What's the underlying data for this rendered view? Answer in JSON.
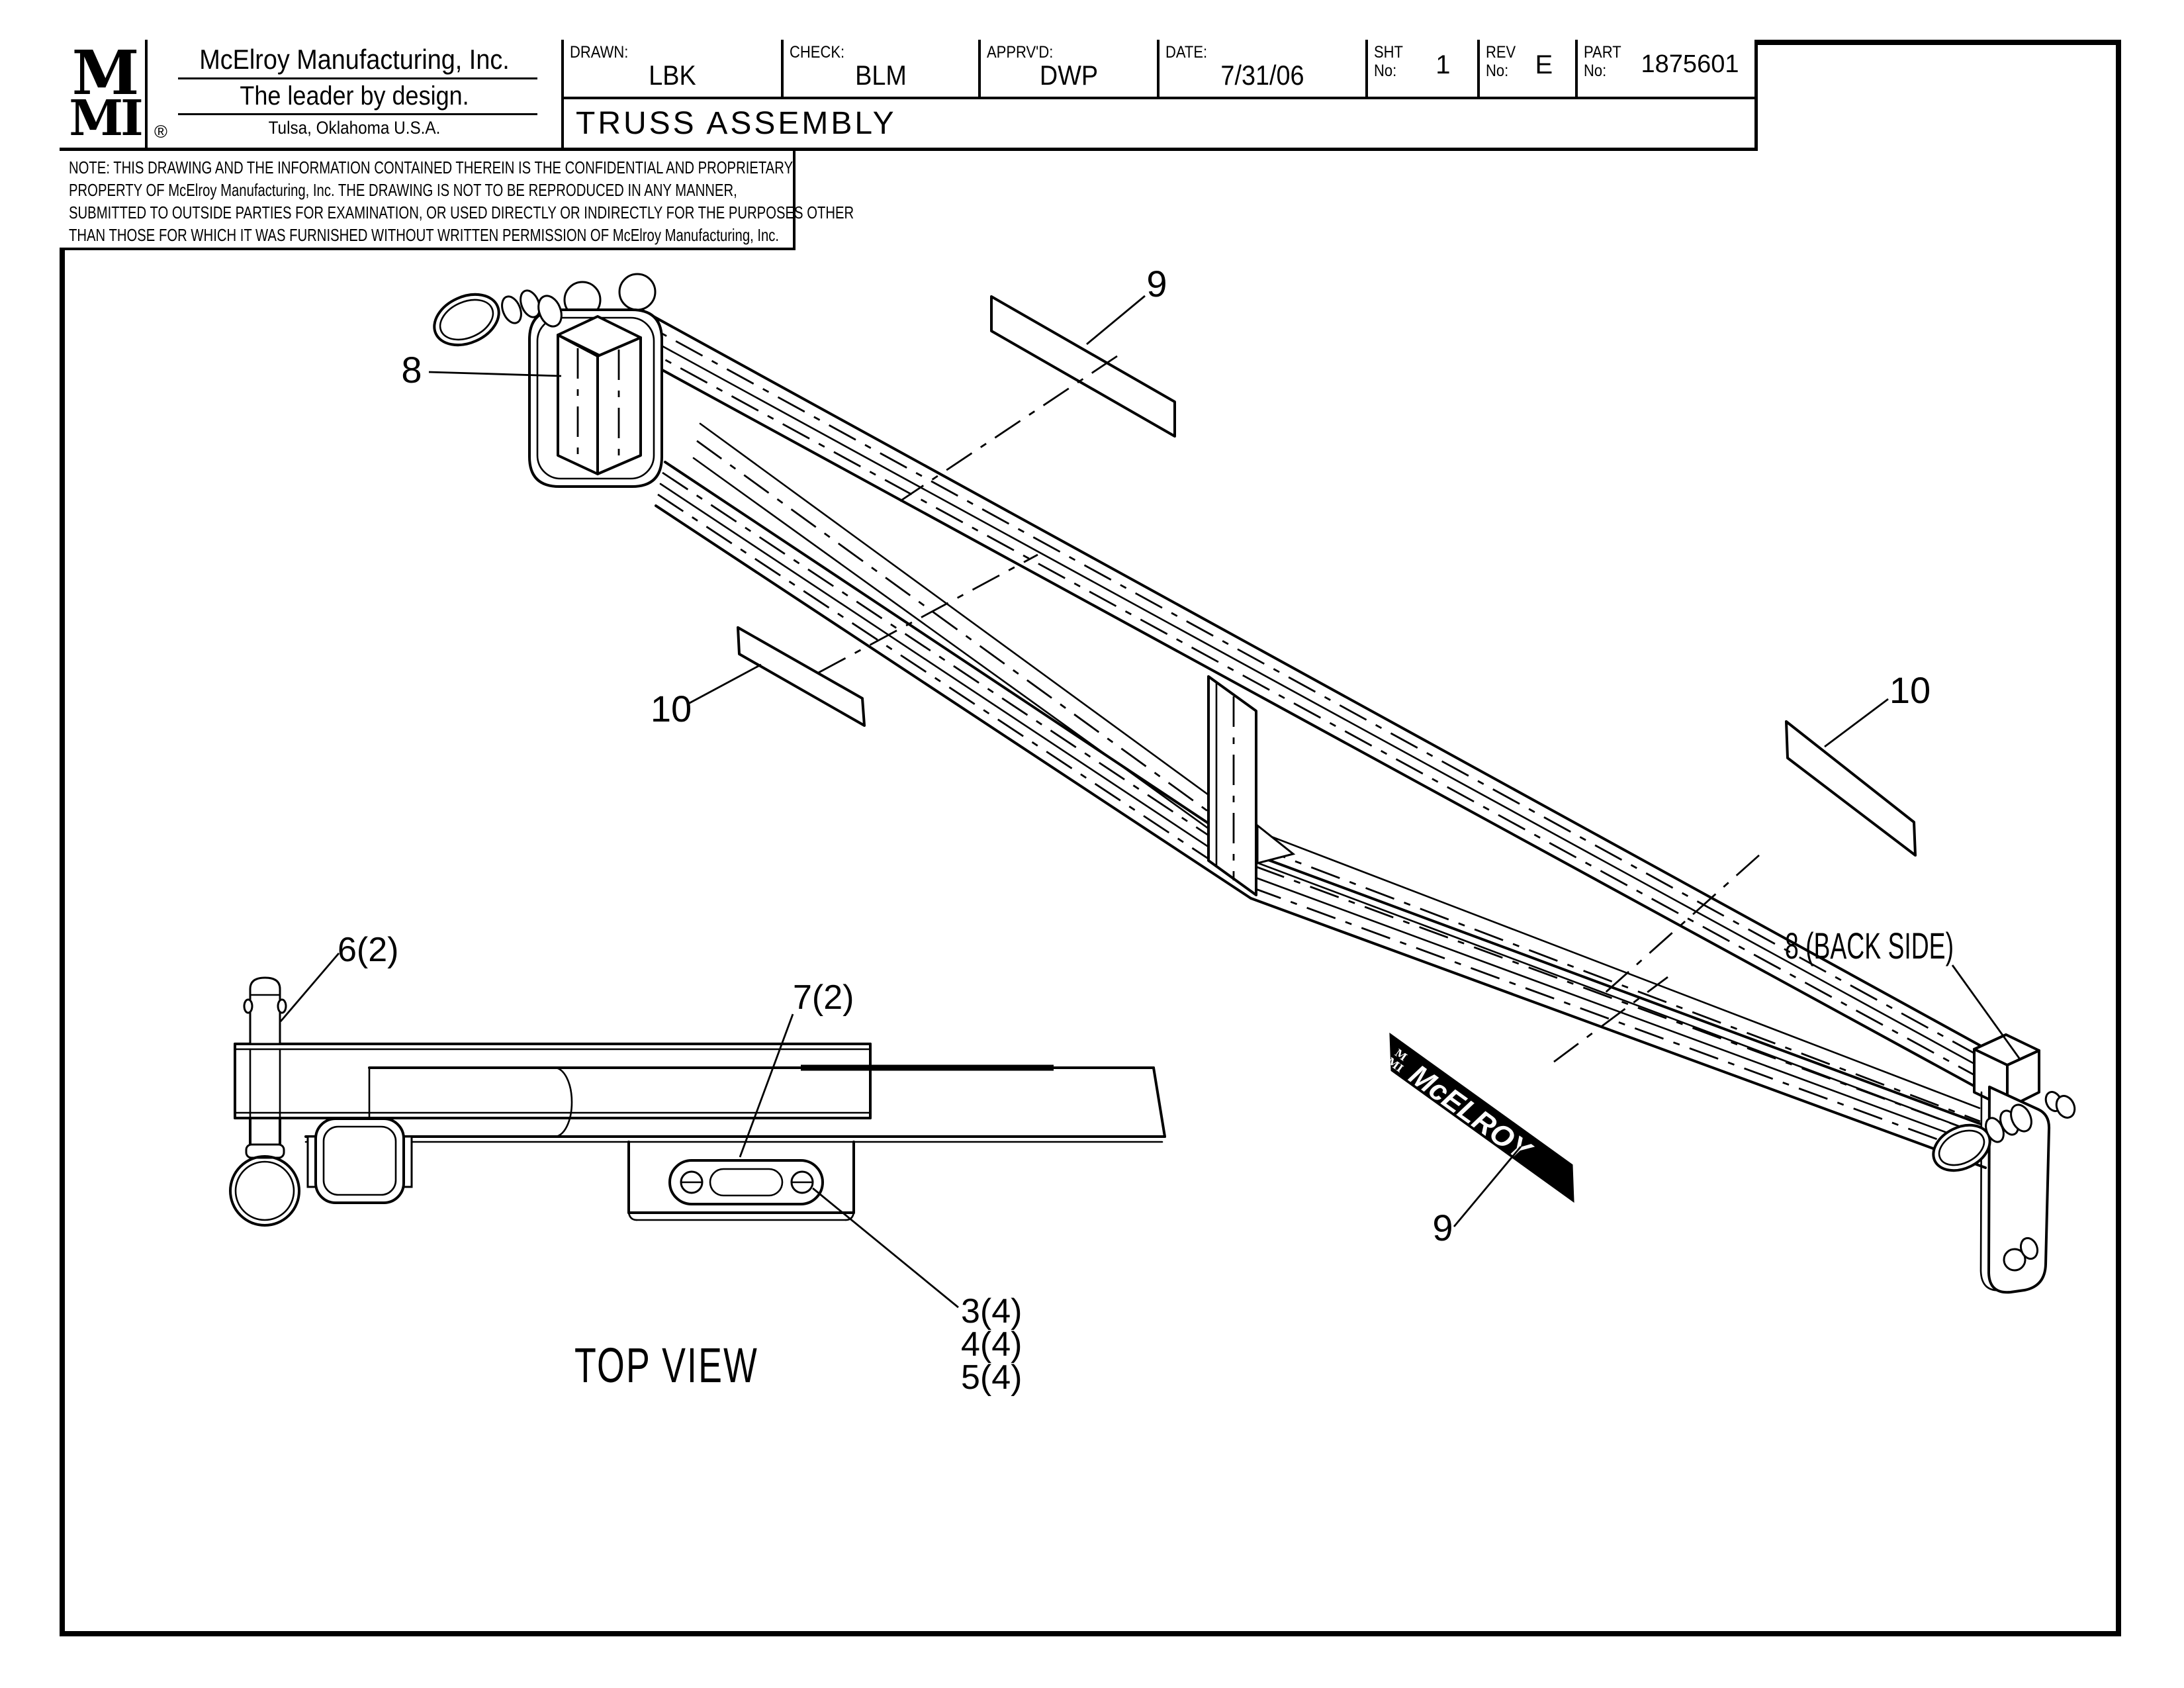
{
  "colors": {
    "ink": "#000000",
    "paper": "#ffffff"
  },
  "title_block": {
    "logo": {
      "top": "M",
      "bottom": "MI",
      "registered": "®"
    },
    "company": {
      "name": "McElroy Manufacturing, Inc.",
      "tagline": "The leader by design.",
      "location": "Tulsa, Oklahoma U.S.A."
    },
    "fields": {
      "drawn_label": "DRAWN:",
      "drawn_value": "LBK",
      "check_label": "CHECK:",
      "check_value": "BLM",
      "apprvd_label": "APPRV'D:",
      "apprvd_value": "DWP",
      "date_label": "DATE:",
      "date_value": "7/31/06",
      "sht_label_line1": "SHT",
      "sht_label_line2": "No:",
      "sht_value": "1",
      "rev_label_line1": "REV",
      "rev_label_line2": "No:",
      "rev_value": "E",
      "part_label_line1": "PART",
      "part_label_line2": "No:",
      "part_value": "1875601"
    },
    "drawing_title": "TRUSS ASSEMBLY"
  },
  "note": {
    "lines": [
      "NOTE: THIS DRAWING AND THE INFORMATION CONTAINED THEREIN IS THE CONFIDENTIAL AND PROPRIETARY",
      "PROPERTY OF McElroy Manufacturing, Inc. THE DRAWING IS NOT TO BE REPRODUCED IN ANY MANNER,",
      "SUBMITTED TO OUTSIDE PARTIES FOR EXAMINATION, OR USED DIRECTLY OR INDIRECTLY FOR THE PURPOSES OTHER",
      "THAN THOSE FOR WHICH IT WAS FURNISHED WITHOUT WRITTEN PERMISSION OF McElroy Manufacturing, Inc."
    ]
  },
  "callouts": {
    "item8": "8",
    "item9_top": "9",
    "item10_left": "10",
    "item10_right": "10",
    "item8_back": "8 (BACK SIDE)",
    "item9_bottom": "9",
    "item6": "6(2)",
    "item7": "7(2)",
    "item3": "3(4)",
    "item4": "4(4)",
    "item5": "5(4)"
  },
  "views": {
    "top_view_label": "TOP VIEW"
  },
  "decal": {
    "brand": "McELROY",
    "logo_top": "M",
    "logo_bottom": "MI"
  }
}
